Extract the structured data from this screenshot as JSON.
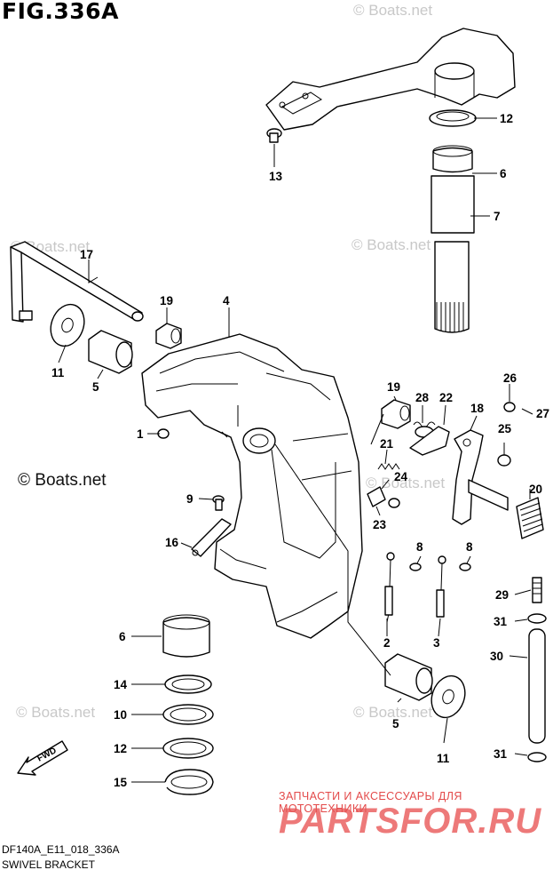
{
  "figure": {
    "title": "FIG.336A",
    "code": "DF140A_E11_018_336A",
    "subtitle": "SWIVEL BRACKET"
  },
  "watermarks": {
    "boats_light": "© Boats.net",
    "boats_dark": "© Boats.net",
    "ru_line": "ЗАПЧАСТИ И АКСЕССУАРЫ ДЛЯ МОТОТЕХНИКИ",
    "ru_brand": "PARTSFOR.RU"
  },
  "direction_label": "FWD",
  "callouts": [
    {
      "id": "c-12a",
      "label": "12"
    },
    {
      "id": "c-13",
      "label": "13"
    },
    {
      "id": "c-6a",
      "label": "6"
    },
    {
      "id": "c-7",
      "label": "7"
    },
    {
      "id": "c-17",
      "label": "17"
    },
    {
      "id": "c-19a",
      "label": "19"
    },
    {
      "id": "c-4",
      "label": "4"
    },
    {
      "id": "c-11a",
      "label": "11"
    },
    {
      "id": "c-5a",
      "label": "5"
    },
    {
      "id": "c-1",
      "label": "1"
    },
    {
      "id": "c-19b",
      "label": "19"
    },
    {
      "id": "c-28",
      "label": "28"
    },
    {
      "id": "c-22",
      "label": "22"
    },
    {
      "id": "c-18",
      "label": "18"
    },
    {
      "id": "c-26",
      "label": "26"
    },
    {
      "id": "c-27",
      "label": "27"
    },
    {
      "id": "c-25",
      "label": "25"
    },
    {
      "id": "c-21",
      "label": "21"
    },
    {
      "id": "c-24",
      "label": "24"
    },
    {
      "id": "c-23",
      "label": "23"
    },
    {
      "id": "c-9",
      "label": "9"
    },
    {
      "id": "c-20",
      "label": "20"
    },
    {
      "id": "c-16",
      "label": "16"
    },
    {
      "id": "c-8a",
      "label": "8"
    },
    {
      "id": "c-8b",
      "label": "8"
    },
    {
      "id": "c-29",
      "label": "29"
    },
    {
      "id": "c-2",
      "label": "2"
    },
    {
      "id": "c-3",
      "label": "3"
    },
    {
      "id": "c-6b",
      "label": "6"
    },
    {
      "id": "c-31a",
      "label": "31"
    },
    {
      "id": "c-30",
      "label": "30"
    },
    {
      "id": "c-14",
      "label": "14"
    },
    {
      "id": "c-10",
      "label": "10"
    },
    {
      "id": "c-5b",
      "label": "5"
    },
    {
      "id": "c-12b",
      "label": "12"
    },
    {
      "id": "c-11b",
      "label": "11"
    },
    {
      "id": "c-31b",
      "label": "31"
    },
    {
      "id": "c-15",
      "label": "15"
    }
  ]
}
